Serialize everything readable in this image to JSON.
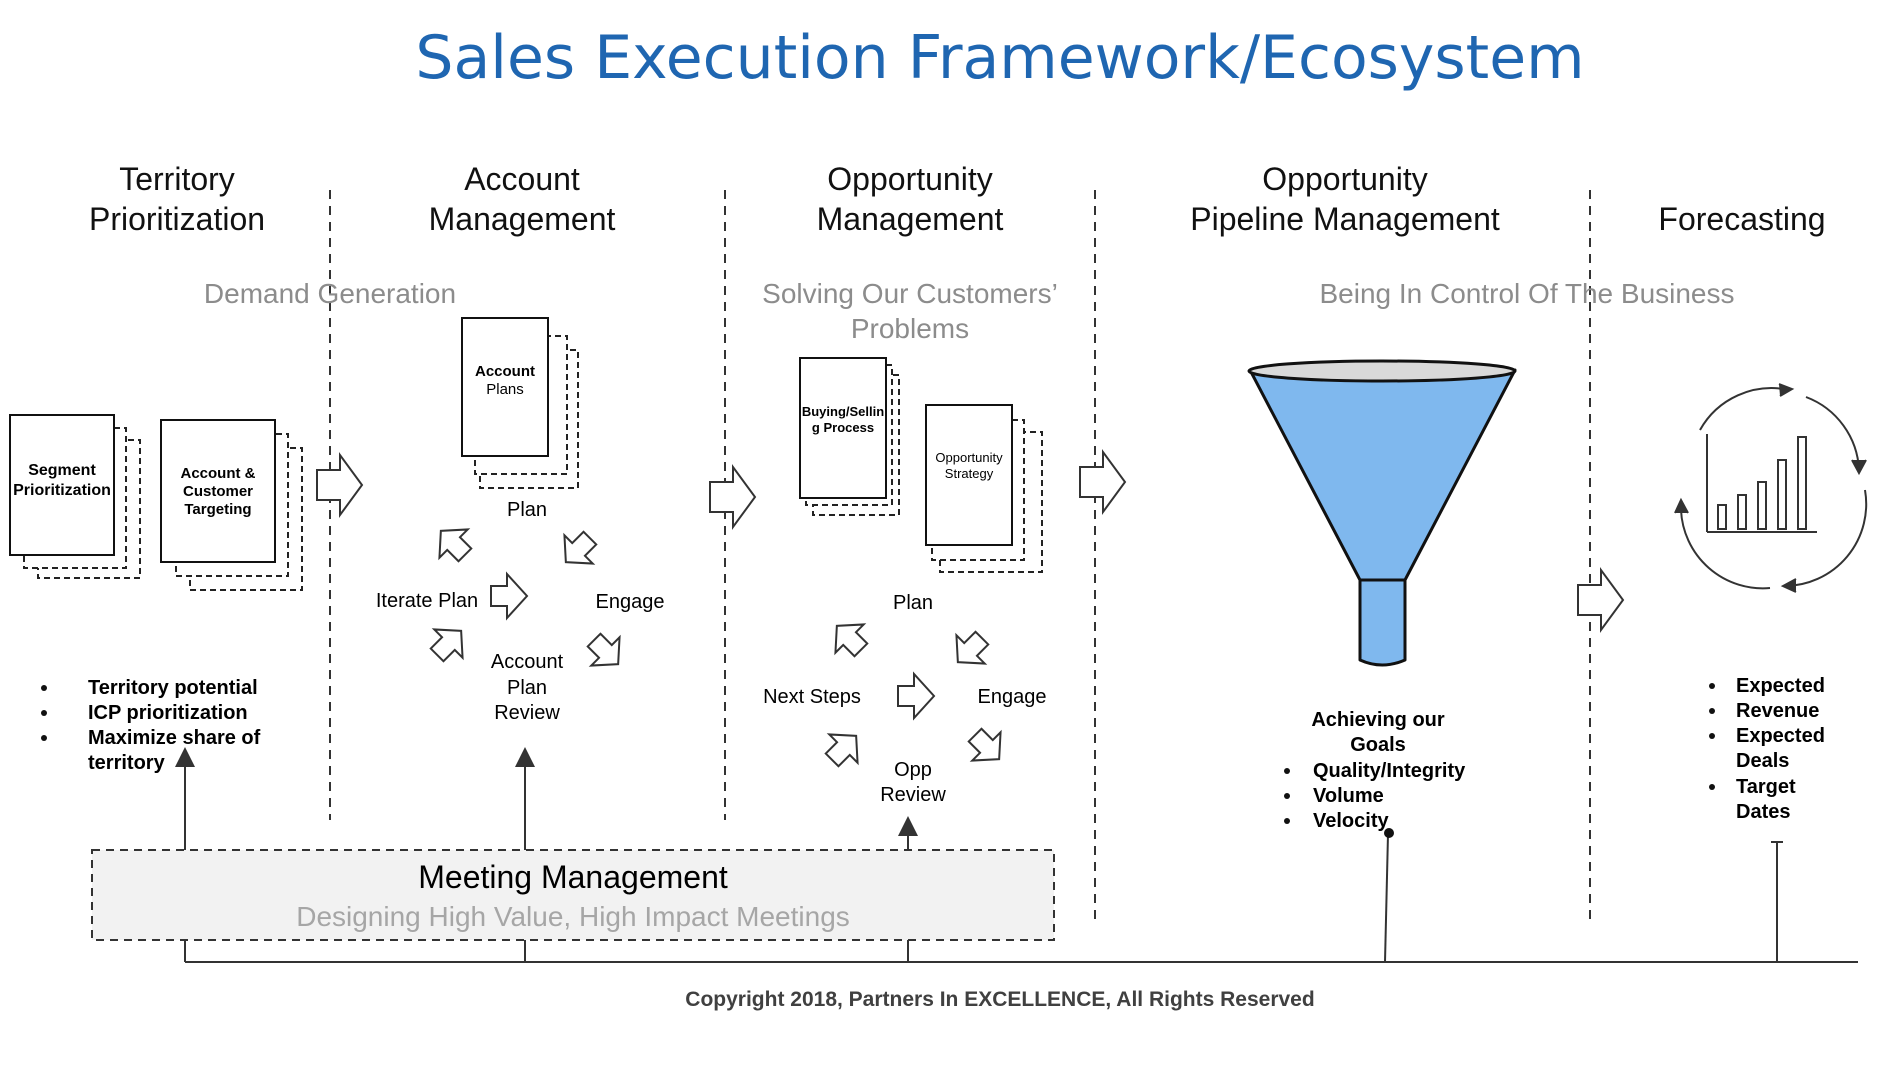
{
  "title": "Sales Execution Framework/Ecosystem",
  "columns": {
    "territory": {
      "line1": "Territory",
      "line2": "Prioritization"
    },
    "account": {
      "line1": "Account",
      "line2": "Management"
    },
    "opportunity": {
      "line1": "Opportunity",
      "line2": "Management"
    },
    "pipeline": {
      "line1": "Opportunity",
      "line2": "Pipeline Management"
    },
    "forecasting": {
      "line1": "Forecasting"
    }
  },
  "themes": {
    "demand_generation": "Demand Generation",
    "solving_line1": "Solving Our Customers’",
    "solving_line2": "Problems",
    "control": "Being In Control Of The Business"
  },
  "territory": {
    "doc1_line1": "Segment",
    "doc1_line2": "Prioritization",
    "doc2_line1": "Account &",
    "doc2_line2": "Customer",
    "doc2_line3": "Targeting",
    "bullet1": "Territory potential",
    "bullet2": "ICP prioritization",
    "bullet3_line1": "Maximize share of",
    "bullet3_line2": "territory"
  },
  "account": {
    "doc_line1": "Account",
    "doc_line2": "Plans",
    "plan": "Plan",
    "iterate_plan": "Iterate Plan",
    "engage": "Engage",
    "review_line1": "Account",
    "review_line2": "Plan",
    "review_line3": "Review"
  },
  "opportunity": {
    "doc1_line1": "Buying/Sellin",
    "doc1_line2": "g Process",
    "doc2_line1": "Opportunity",
    "doc2_line2": "Strategy",
    "plan": "Plan",
    "next_steps": "Next Steps",
    "engage": "Engage",
    "review_line1": "Opp",
    "review_line2": "Review"
  },
  "pipeline": {
    "heading_line1": "Achieving our",
    "heading_line2": "Goals",
    "bullet1": "Quality/Integrity",
    "bullet2": "Volume",
    "bullet3": "Velocity"
  },
  "forecasting": {
    "b1": "Expected",
    "b2": "Revenue",
    "b3": "Expected",
    "b4": "Deals",
    "b5": "Target",
    "b6": "Dates"
  },
  "meeting": {
    "title": "Meeting Management",
    "subtitle": "Designing High Value, High Impact Meetings"
  },
  "copyright": "Copyright 2018, Partners In EXCELLENCE, All Rights Reserved",
  "colors": {
    "title_blue": "#1f66b1",
    "funnel_blue": "#7fb8ee",
    "theme_gray": "#8c8c8c",
    "box_fill": "#f2f2f2"
  }
}
